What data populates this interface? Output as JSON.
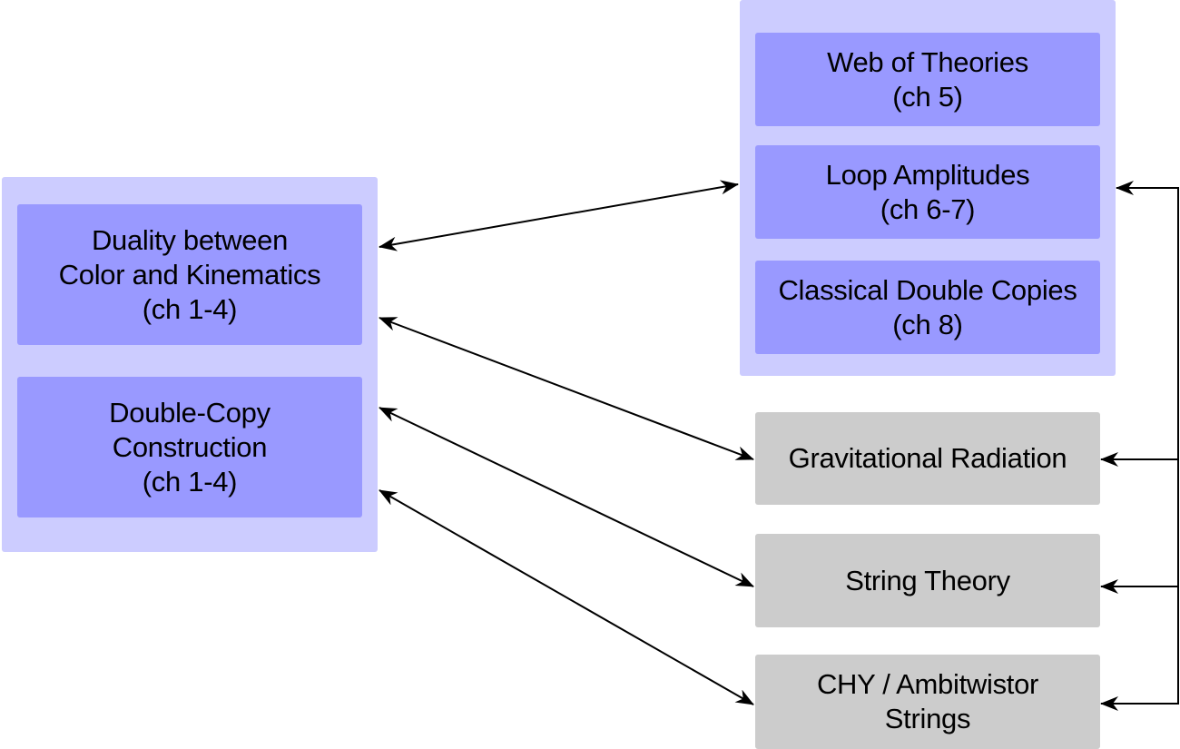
{
  "diagram": {
    "colors": {
      "group_fill": "#ccccff",
      "core_node_fill": "#9999ff",
      "application_node_fill": "#cccccc",
      "edge": "#000000"
    },
    "groups": [
      {
        "id": "foundations",
        "nodes": [
          "duality",
          "double_copy"
        ]
      },
      {
        "id": "extensions",
        "nodes": [
          "web",
          "loop",
          "classical"
        ]
      }
    ],
    "nodes": {
      "duality": {
        "label": "Duality between\nColor and Kinematics\n(ch 1-4)"
      },
      "double_copy": {
        "label": "Double-Copy\nConstruction\n(ch 1-4)"
      },
      "web": {
        "label": "Web of Theories\n(ch 5)"
      },
      "loop": {
        "label": "Loop Amplitudes\n(ch 6-7)"
      },
      "classical": {
        "label": "Classical Double Copies\n(ch 8)"
      },
      "grav_rad": {
        "label": "Gravitational Radiation"
      },
      "string": {
        "label": "String Theory"
      },
      "chy": {
        "label": "CHY / Ambitwistor\nStrings"
      }
    },
    "edges": [
      {
        "from": "foundations",
        "to": "extensions",
        "type": "bidirectional"
      },
      {
        "from": "foundations",
        "to": "grav_rad",
        "type": "bidirectional"
      },
      {
        "from": "foundations",
        "to": "string",
        "type": "bidirectional"
      },
      {
        "from": "foundations",
        "to": "chy",
        "type": "bidirectional"
      },
      {
        "from": "bus",
        "to": "extensions",
        "type": "directed"
      },
      {
        "from": "bus",
        "to": "grav_rad",
        "type": "directed"
      },
      {
        "from": "bus",
        "to": "string",
        "type": "directed"
      },
      {
        "from": "bus",
        "to": "chy",
        "type": "directed"
      }
    ]
  }
}
